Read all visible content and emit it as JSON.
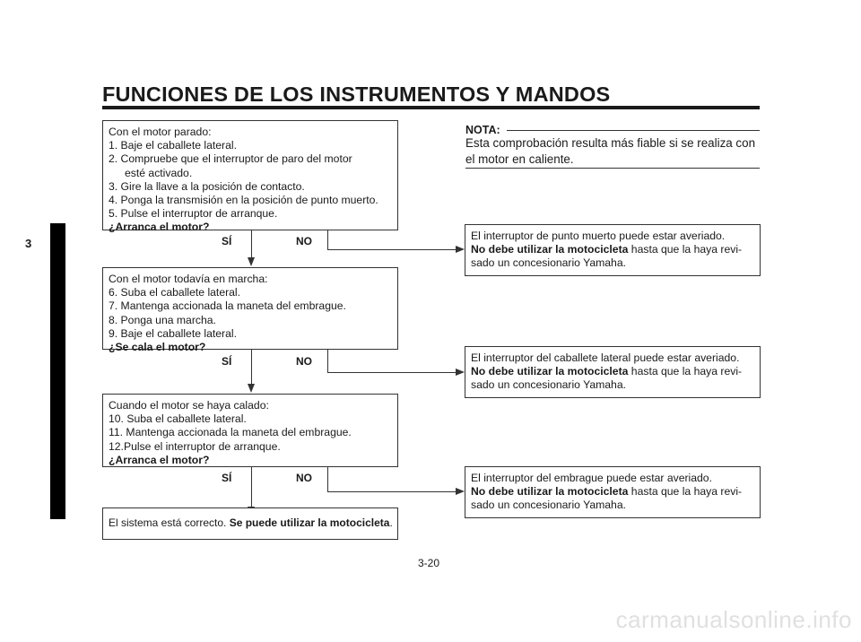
{
  "header": {
    "title": "FUNCIONES DE LOS INSTRUMENTOS Y MANDOS"
  },
  "section_tab": {
    "number": "3"
  },
  "note": {
    "label": "NOTA:",
    "text": "Esta comprobación resulta más fiable si se realiza con el motor en caliente."
  },
  "flow": {
    "step1": {
      "lines": [
        "Con el motor parado:",
        "1.  Baje el caballete lateral.",
        "2.  Compruebe  que  el  interruptor  de  paro  del  motor",
        "esté activado.",
        "3.  Gire la llave a la posición de contacto.",
        "4.  Ponga la transmisión en la posición de punto muerto.",
        "5.  Pulse el interruptor de arranque."
      ],
      "question": "¿Arranca el motor?"
    },
    "step2": {
      "lines": [
        "Con el motor todavía en marcha:",
        "6.  Suba el caballete lateral.",
        "7.  Mantenga accionada la maneta del embrague.",
        "8.  Ponga una marcha.",
        "9.  Baje el caballete lateral."
      ],
      "question": "¿Se cala el motor?"
    },
    "step3": {
      "lines": [
        "Cuando el motor se haya calado:",
        "10.  Suba el caballete lateral.",
        "11.  Mantenga accionada la maneta del embrague.",
        "12.Pulse el interruptor de arranque."
      ],
      "question": "¿Arranca el motor?"
    },
    "result": {
      "text": "El sistema está correcto. ",
      "bold": "Se puede utilizar la motocicleta",
      "end": "."
    },
    "yes_label": "SÍ",
    "no_label": "NO",
    "fault1": {
      "text": "El interruptor de punto muerto puede estar averiado.",
      "bold": "No debe utilizar la motocicleta",
      "rest1": " hasta que la haya revi-",
      "rest2": "sado un concesionario Yamaha."
    },
    "fault2": {
      "text": "El interruptor del caballete lateral puede estar averiado.",
      "bold": "No debe utilizar la motocicleta",
      "rest1": " hasta que la haya revi-",
      "rest2": "sado un concesionario Yamaha."
    },
    "fault3": {
      "text": "El interruptor del embrague puede estar averiado.",
      "bold": "No debe utilizar la motocicleta",
      "rest1": " hasta que la haya revi-",
      "rest2": "sado un concesionario Yamaha."
    }
  },
  "footer": {
    "page": "3-20"
  },
  "watermark": "carmanualsonline.info"
}
